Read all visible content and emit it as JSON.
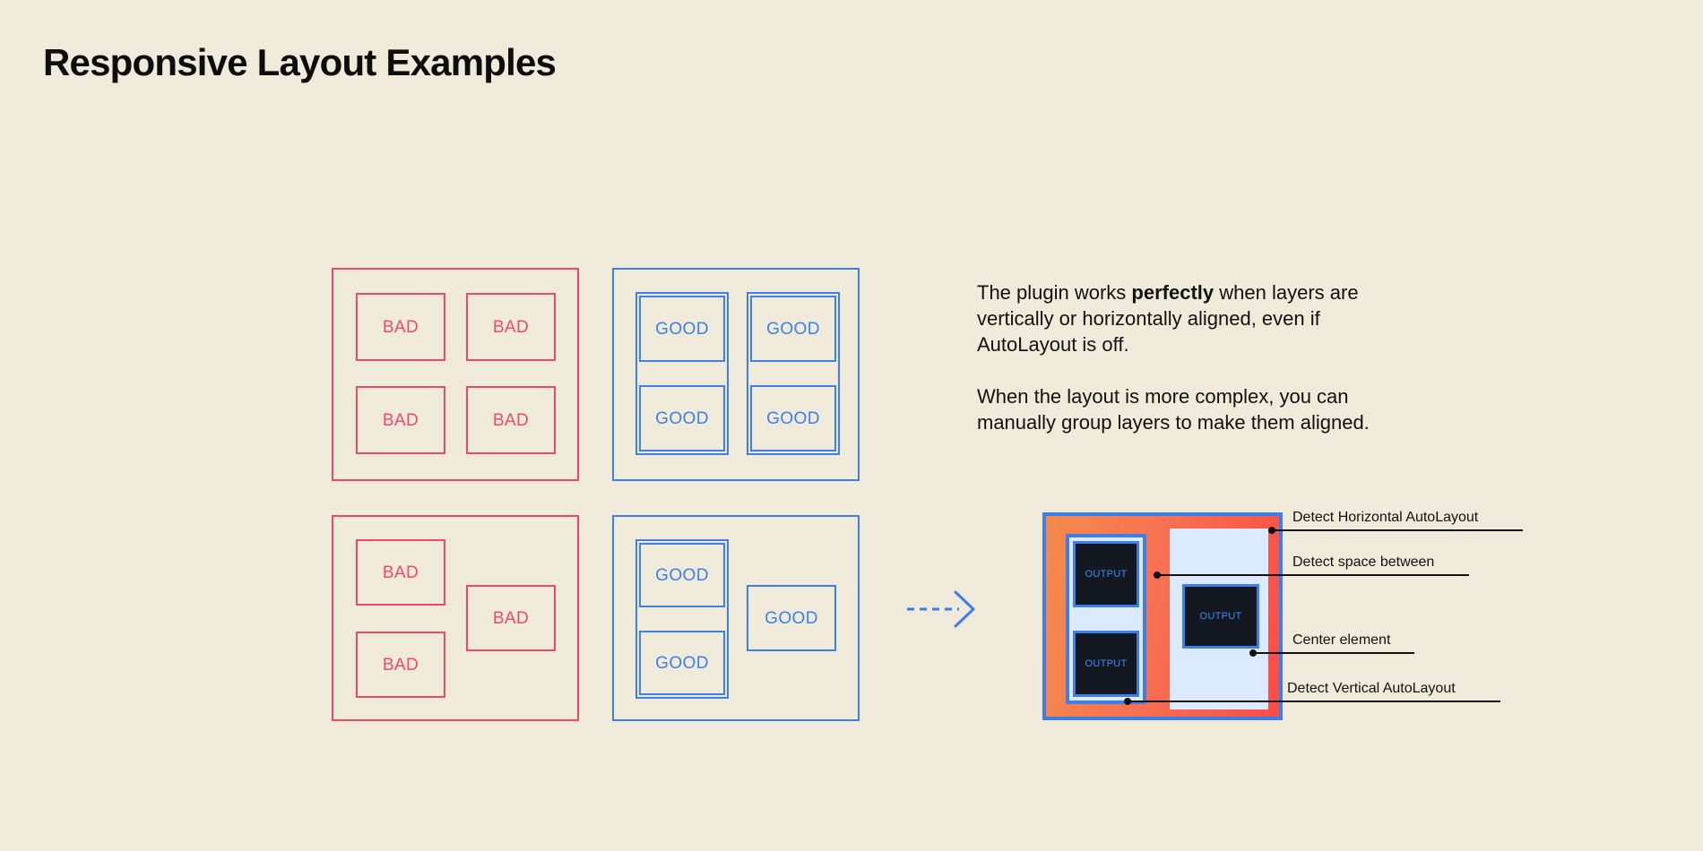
{
  "page": {
    "title": "Responsive Layout Examples",
    "background_color": "#f0eadb",
    "bad_color": "#ef4a63",
    "good_color": "#3d7fe8",
    "text_color": "#111111"
  },
  "examples": [
    {
      "id": "grid-bad",
      "variant": "bad",
      "cells": [
        {
          "label": "BAD"
        },
        {
          "label": "BAD"
        },
        {
          "label": "BAD"
        },
        {
          "label": "BAD"
        }
      ]
    },
    {
      "id": "grid-good",
      "variant": "good",
      "cells": [
        {
          "label": "GOOD"
        },
        {
          "label": "GOOD"
        },
        {
          "label": "GOOD"
        },
        {
          "label": "GOOD"
        }
      ]
    },
    {
      "id": "complex-bad",
      "variant": "bad",
      "cells": [
        {
          "label": "BAD"
        },
        {
          "label": "BAD"
        },
        {
          "label": "BAD"
        }
      ]
    },
    {
      "id": "complex-good",
      "variant": "good",
      "cells": [
        {
          "label": "GOOD"
        },
        {
          "label": "GOOD"
        },
        {
          "label": "GOOD"
        }
      ]
    }
  ],
  "description": {
    "paragraph1_part1": "The plugin works ",
    "paragraph1_bold": "perfectly",
    "paragraph1_part2": " when layers are vertically or horizontally aligned, even if AutoLayout is off.",
    "paragraph2": "When the layout is more complex, you can manually group layers to make them aligned."
  },
  "arrow": {
    "name": "dashed-right-arrow",
    "color": "#3d7fe8",
    "style": "dashed"
  },
  "diagram": {
    "frame_border_color": "#3d7fe8",
    "fill_gradient_from": "#f58a4b",
    "fill_gradient_to": "#f94c46",
    "panel_color": "#dbeafe",
    "output_box_color": "#141820",
    "output_text_color": "#3d8bfd",
    "outputs": [
      {
        "label": "OUTPUT"
      },
      {
        "label": "OUTPUT"
      },
      {
        "label": "OUTPUT"
      }
    ],
    "callouts": [
      {
        "label": "Detect Horizontal AutoLayout"
      },
      {
        "label": "Detect space between"
      },
      {
        "label": "Center element"
      },
      {
        "label": "Detect Vertical AutoLayout"
      }
    ]
  }
}
